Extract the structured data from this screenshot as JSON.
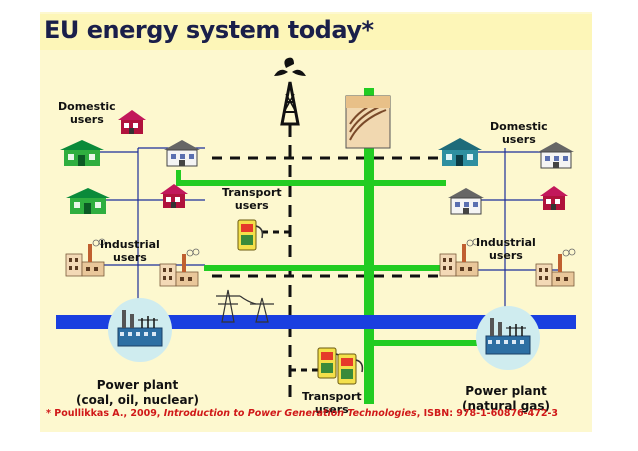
{
  "title": "EU energy system today*",
  "labels": {
    "domestic_left": "Domestic\nusers",
    "domestic_right": "Domestic\nusers",
    "industrial_left": "Industrial\nusers",
    "industrial_right": "Industrial\nusers",
    "transport_top": "Transport\nusers",
    "transport_bottom": "Transport\nusers",
    "power_left_1": "Power plant",
    "power_left_2": "(coal, oil, nuclear)",
    "power_right_1": "Power plant",
    "power_right_2": "(natural gas)"
  },
  "citation": {
    "prefix": "* Poullikkas A., 2009, ",
    "book": "Introduction to Power Generation Technologies",
    "suffix": ", ISBN: 978-1-60876-472-3"
  },
  "colors": {
    "gas_line": "#22cc22",
    "electric_line": "#1a3fe0",
    "oil_line": "#111111",
    "thin_line": "#1d2f9a",
    "background": "#fdf8cf"
  },
  "icons": [
    "oil-rig-icon",
    "pipeline-field-icon",
    "house-icon",
    "factory-icon",
    "fuel-pump-icon",
    "pylon-icon",
    "power-plant-icon"
  ]
}
